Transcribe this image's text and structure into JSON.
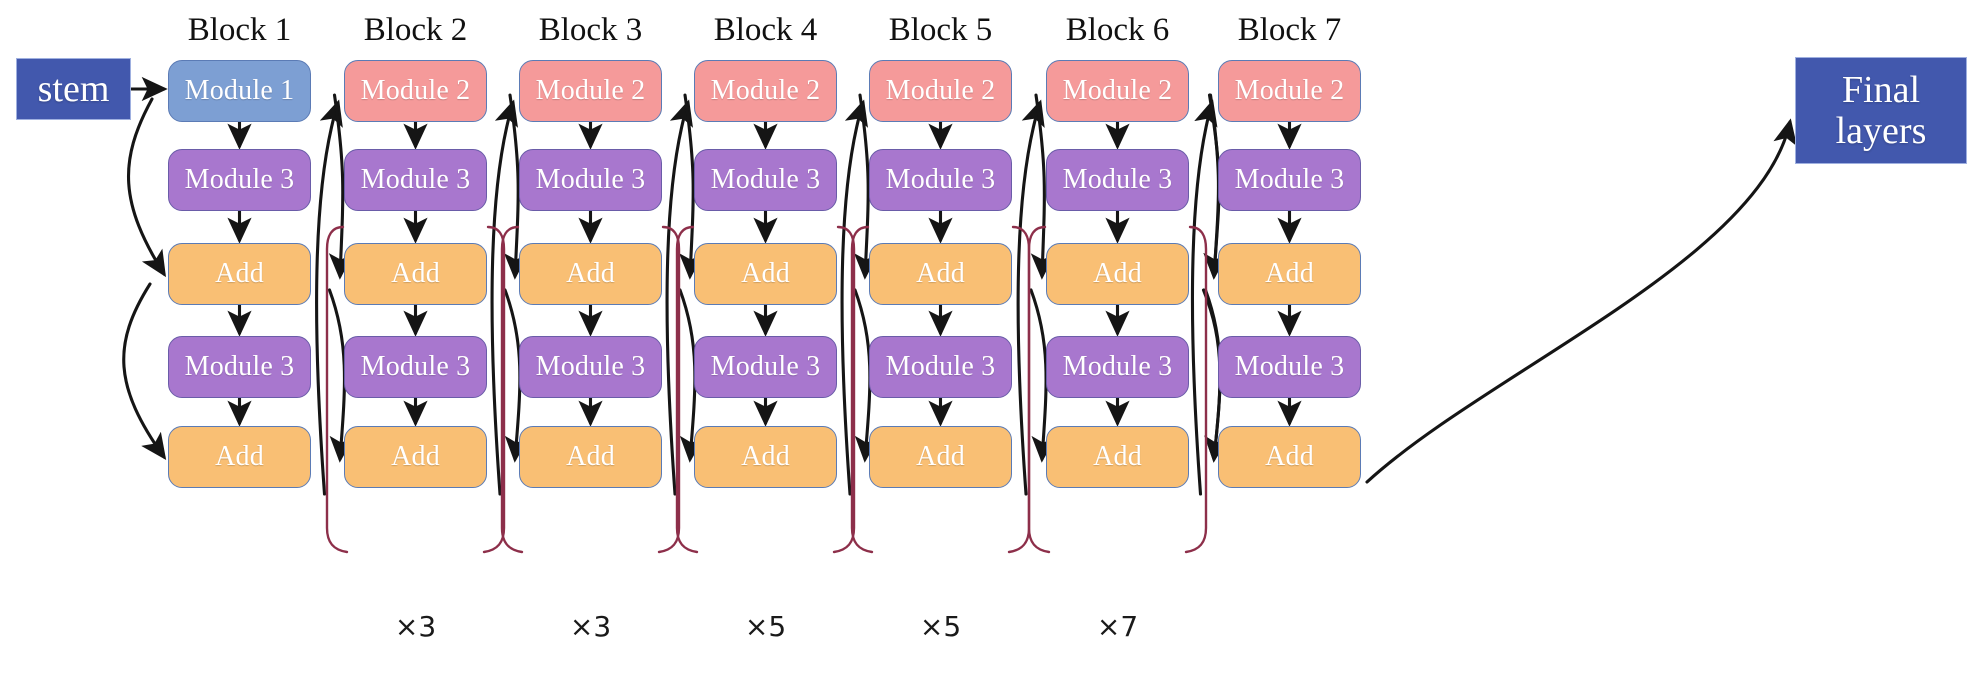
{
  "diagram": {
    "title_text": "",
    "colors": {
      "module1": "#7d9fd3",
      "module2": "#f59a9a",
      "module3": "#a877ce",
      "add": "#f9bf74",
      "endpoint": "#4258ad",
      "arrow": "#151515",
      "bracket": "#8d2f4a",
      "background": "#ffffff"
    },
    "stem": {
      "label": "stem"
    },
    "final": {
      "label": "Final\nlayers",
      "line1": "Final",
      "line2": "layers"
    },
    "block_labels": [
      "Block 1",
      "Block 2",
      "Block 3",
      "Block 4",
      "Block 5",
      "Block 6",
      "Block 7"
    ],
    "multipliers": [
      {
        "block": "Block 2",
        "label": "×3"
      },
      {
        "block": "Block 3",
        "label": "×3"
      },
      {
        "block": "Block 4",
        "label": "×5"
      },
      {
        "block": "Block 5",
        "label": "×5"
      },
      {
        "block": "Block 6",
        "label": "×7"
      }
    ],
    "blocks": [
      {
        "name": "Block 1",
        "multiplier": "",
        "rows": [
          "Module 1",
          "Module 3",
          "Add",
          "Module 3",
          "Add"
        ]
      },
      {
        "name": "Block 2",
        "multiplier": "×3",
        "rows": [
          "Module 2",
          "Module 3",
          "Add",
          "Module 3",
          "Add"
        ]
      },
      {
        "name": "Block 3",
        "multiplier": "×3",
        "rows": [
          "Module 2",
          "Module 3",
          "Add",
          "Module 3",
          "Add"
        ]
      },
      {
        "name": "Block 4",
        "multiplier": "×5",
        "rows": [
          "Module 2",
          "Module 3",
          "Add",
          "Module 3",
          "Add"
        ]
      },
      {
        "name": "Block 5",
        "multiplier": "×5",
        "rows": [
          "Module 2",
          "Module 3",
          "Add",
          "Module 3",
          "Add"
        ]
      },
      {
        "name": "Block 6",
        "multiplier": "×7",
        "rows": [
          "Module 2",
          "Module 3",
          "Add",
          "Module 3",
          "Add"
        ]
      },
      {
        "name": "Block 7",
        "multiplier": "",
        "rows": [
          "Module 2",
          "Module 3",
          "Add",
          "Module 3",
          "Add"
        ]
      }
    ],
    "row_kinds": [
      "module1",
      "module3",
      "add",
      "module3",
      "add"
    ],
    "node_labels": {
      "module1": "Module 1",
      "module2": "Module 2",
      "module3": "Module 3",
      "add": "Add"
    }
  }
}
